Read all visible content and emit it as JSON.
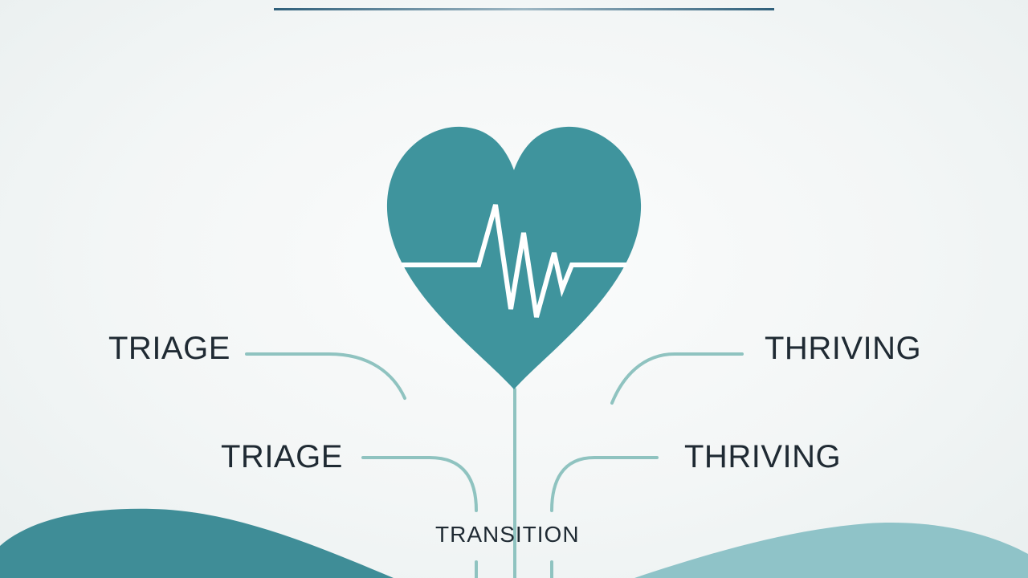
{
  "labels": {
    "triage_upper": "TRIAGE",
    "triage_lower": "TRIAGE",
    "thriving_upper": "THRIVING",
    "thriving_lower": "THRIVING",
    "transition": "TRANSITION"
  },
  "colors": {
    "heart": "#3f949d",
    "heartbeat_line": "#ffffff",
    "connector_lines": "#8fc3c0",
    "wave_left": "#3f8d97",
    "wave_right": "#8fc3c8",
    "top_rule": "#2f5f7a",
    "text": "#1f2a33"
  },
  "icons": {
    "center": "heart-pulse-icon"
  }
}
